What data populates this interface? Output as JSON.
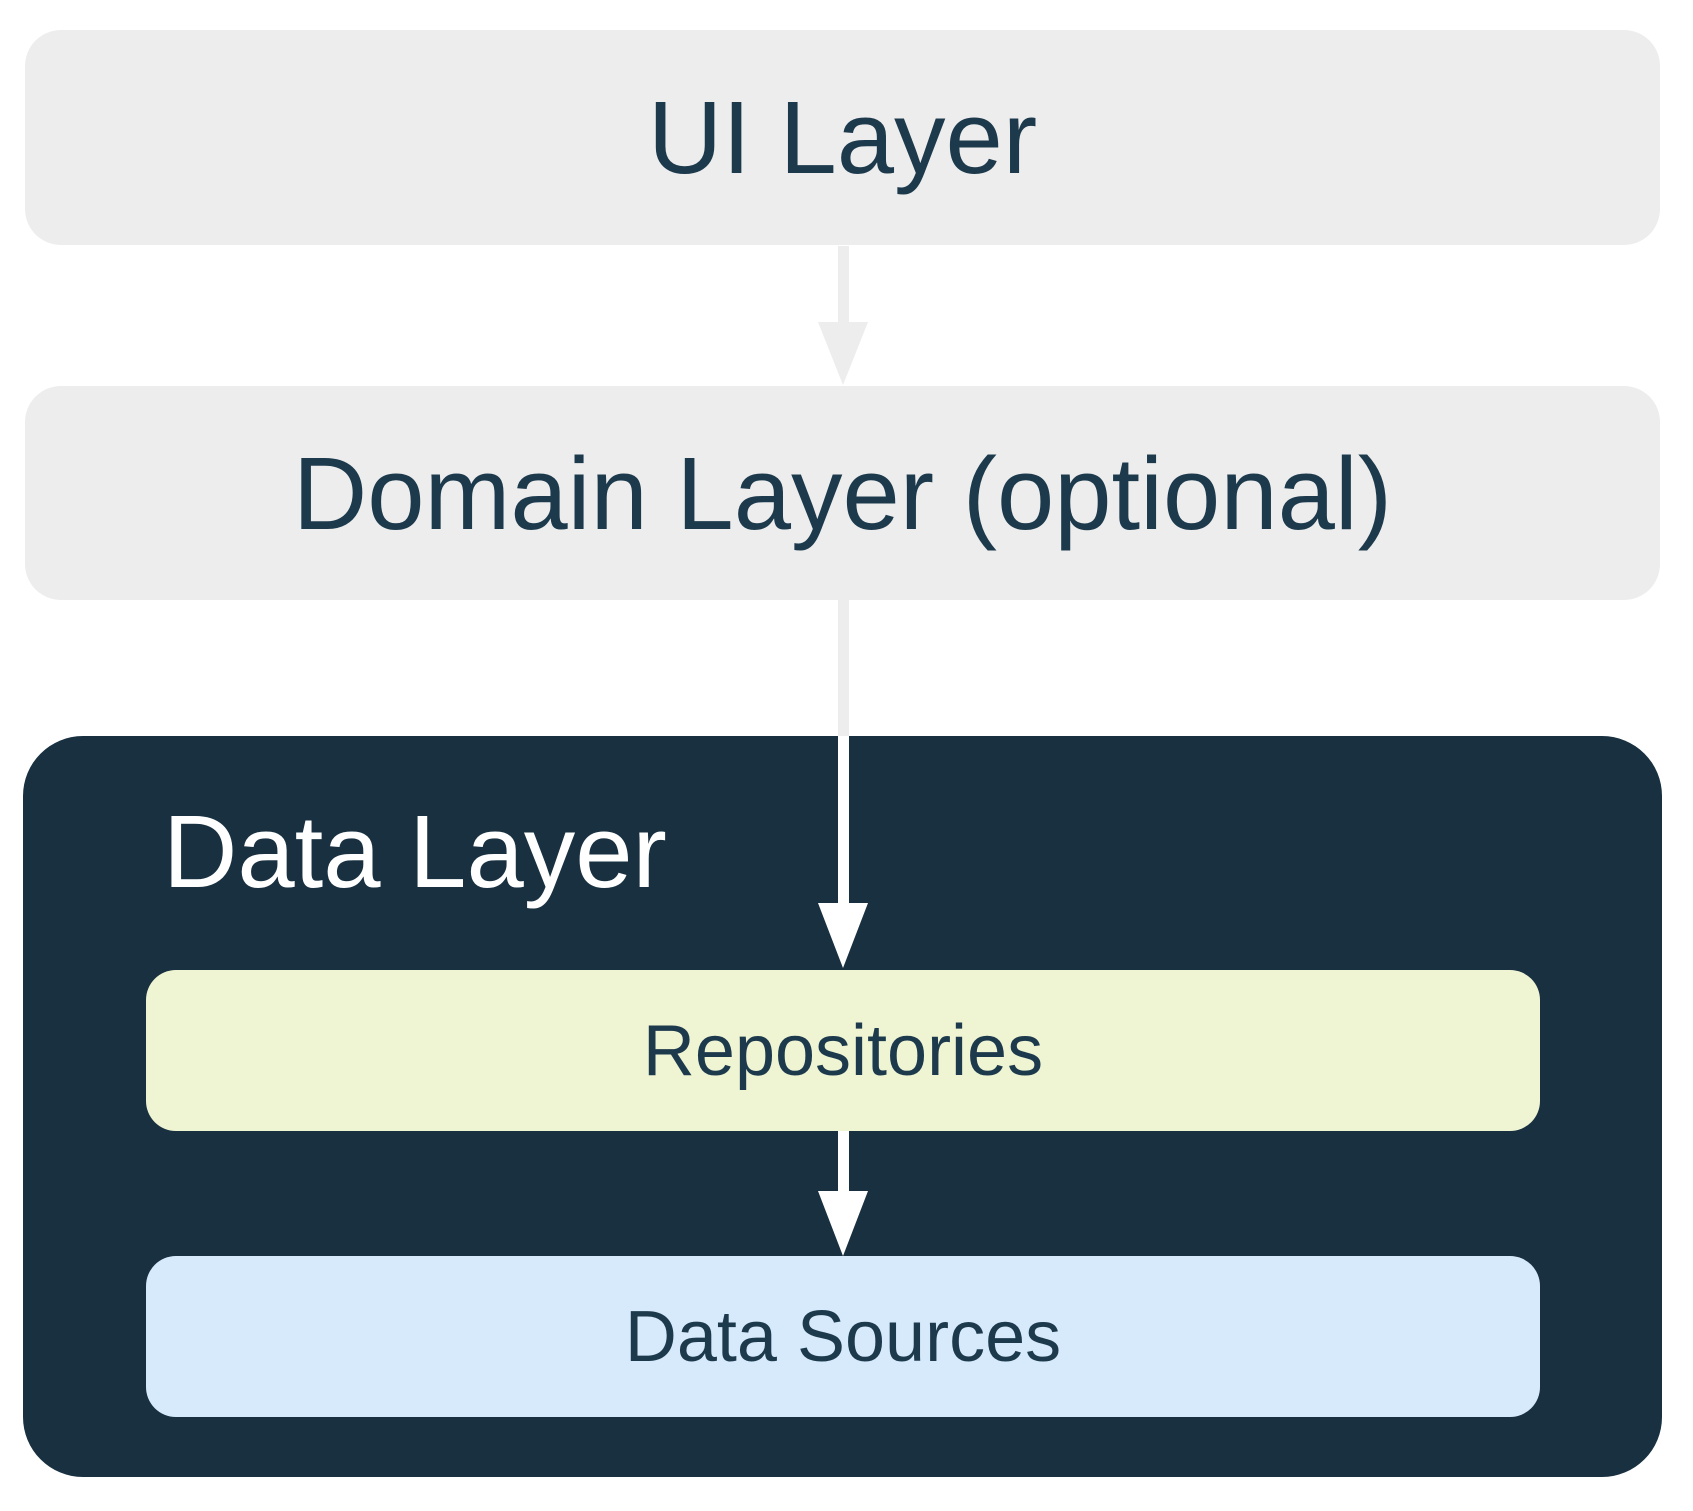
{
  "colors": {
    "canvas-bg": "#ffffff",
    "layer-gray": "#EDEDED",
    "navy": "#183040",
    "repositories-green": "#EFF4D3",
    "sources-blue": "#D7EAFB",
    "text-navy": "#1D3A4D",
    "text-white": "#FFFFFF",
    "arrow-gray": "#EDEDED",
    "arrow-white": "#FFFFFF"
  },
  "layers": {
    "ui": {
      "label": "UI Layer"
    },
    "domain": {
      "label": "Domain Layer (optional)"
    },
    "data": {
      "label": "Data Layer",
      "children": {
        "repositories": {
          "label": "Repositories"
        },
        "data_sources": {
          "label": "Data Sources"
        }
      }
    }
  },
  "arrows": [
    {
      "name": "ui-to-domain",
      "from": "UI Layer",
      "to": "Domain Layer (optional)",
      "direction": "down"
    },
    {
      "name": "domain-to-repositories",
      "from": "Domain Layer (optional)",
      "to": "Repositories",
      "direction": "down"
    },
    {
      "name": "repositories-to-data-sources",
      "from": "Repositories",
      "to": "Data Sources",
      "direction": "down"
    }
  ]
}
